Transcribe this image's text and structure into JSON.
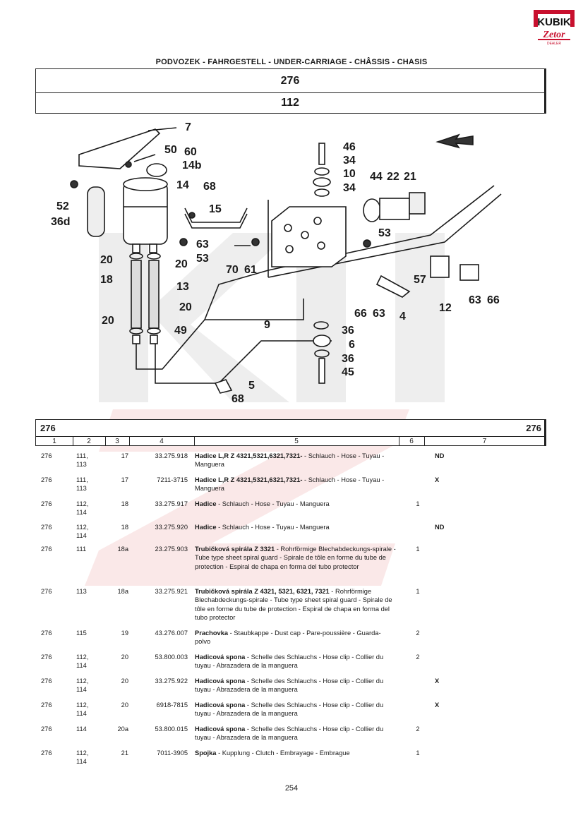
{
  "logo": {
    "brand": "KUBIK",
    "sub": "Zetor",
    "dealer": "DEALER"
  },
  "section_title": "PODVOZEK - FAHRGESTELL - UNDER-CARRIAGE - CHÂSSIS - CHASIS",
  "header": {
    "group": "276",
    "subgroup": "112"
  },
  "diagram_labels": [
    "7",
    "50",
    "60",
    "14b",
    "14",
    "68",
    "15",
    "52",
    "36d",
    "46",
    "34",
    "10",
    "34",
    "44",
    "22",
    "21",
    "53",
    "20",
    "63",
    "53",
    "20",
    "70",
    "61",
    "57",
    "18",
    "13",
    "20",
    "20",
    "49",
    "9",
    "66",
    "63",
    "4",
    "12",
    "63",
    "66",
    "36",
    "6",
    "36",
    "45",
    "5",
    "68"
  ],
  "table": {
    "group_left": "276",
    "group_right": "276",
    "columns": [
      "1",
      "2",
      "3",
      "4",
      "5",
      "6",
      "7"
    ],
    "rows": [
      {
        "c1": "276",
        "c2": "111,\n113",
        "c3": "17",
        "c4": "33.275.918",
        "c5b": "Hadice L,R Z 4321,5321,6321,7321-",
        "c5": " - Schlauch - Hose\n- Tuyau - Manguera",
        "c6": "",
        "c7": "ND"
      },
      {
        "c1": "276",
        "c2": "111,\n113",
        "c3": "17",
        "c4": "7211-3715",
        "c5b": "Hadice L,R Z 4321,5321,6321,7321-",
        "c5": " - Schlauch - Hose\n- Tuyau - Manguera",
        "c6": "",
        "c7": "X"
      },
      {
        "c1": "276",
        "c2": "112,\n114",
        "c3": "18",
        "c4": "33.275.917",
        "c5b": "Hadice",
        "c5": " - Schlauch - Hose - Tuyau - Manguera",
        "c6": "1",
        "c7": ""
      },
      {
        "c1": "276",
        "c2": "112,\n114",
        "c3": "18",
        "c4": "33.275.920",
        "c5b": "Hadice",
        "c5": " - Schlauch - Hose - Tuyau - Manguera",
        "c6": "",
        "c7": "ND"
      },
      {
        "c1": "276",
        "c2": "111",
        "c3": "18a",
        "c4": "23.275.903",
        "c5b": "Trubičková spirála Z 3321",
        "c5": " - Rohrförmige Blechabdeckungs-spirale - Tube type sheet spiral guard - Spirale de tôle en forme du tube de protection - Espiral de chapa en forma del tubo protector",
        "c6": "1",
        "c7": ""
      },
      {
        "c1": "276",
        "c2": "113",
        "c3": "18a",
        "c4": "33.275.921",
        "c5b": "Trubičková spirála Z 4321, 5321, 6321, 7321",
        "c5": " - Rohrförmige Blechabdeckungs-spirale - Tube type sheet spiral guard - Spirale de tôle en forme du tube de protection - Espiral de chapa en forma del tubo protector",
        "c6": "1",
        "c7": ""
      },
      {
        "c1": "276",
        "c2": "115",
        "c3": "19",
        "c4": "43.276.007",
        "c5b": "Prachovka",
        "c5": " - Staubkappe - Dust cap - Pare-poussière - Guarda-polvo",
        "c6": "2",
        "c7": ""
      },
      {
        "c1": "276",
        "c2": "112,\n114",
        "c3": "20",
        "c4": "53.800.003",
        "c5b": "Hadicová spona",
        "c5": " - Schelle des Schlauchs - Hose clip - Collier du tuyau - Abrazadera de la manguera",
        "c6": "2",
        "c7": ""
      },
      {
        "c1": "276",
        "c2": "112,\n114",
        "c3": "20",
        "c4": "33.275.922",
        "c5b": "Hadicová spona",
        "c5": " - Schelle des Schlauchs - Hose clip - Collier du tuyau - Abrazadera de la manguera",
        "c6": "",
        "c7": "X"
      },
      {
        "c1": "276",
        "c2": "112,\n114",
        "c3": "20",
        "c4": "6918-7815",
        "c5b": "Hadicová spona",
        "c5": " - Schelle des Schlauchs - Hose clip - Collier du tuyau - Abrazadera de la manguera",
        "c6": "",
        "c7": "X"
      },
      {
        "c1": "276",
        "c2": "114",
        "c3": "20a",
        "c4": "53.800.015",
        "c5b": "Hadicová spona",
        "c5": " - Schelle des Schlauchs - Hose clip - Collier du tuyau - Abrazadera de la manguera",
        "c6": "2",
        "c7": ""
      },
      {
        "c1": "276",
        "c2": "112,\n114",
        "c3": "21",
        "c4": "7011-3905",
        "c5b": "Spojka",
        "c5": " - Kupplung - Clutch - Embrayage - Embrague",
        "c6": "1",
        "c7": ""
      }
    ]
  },
  "page_number": "254"
}
